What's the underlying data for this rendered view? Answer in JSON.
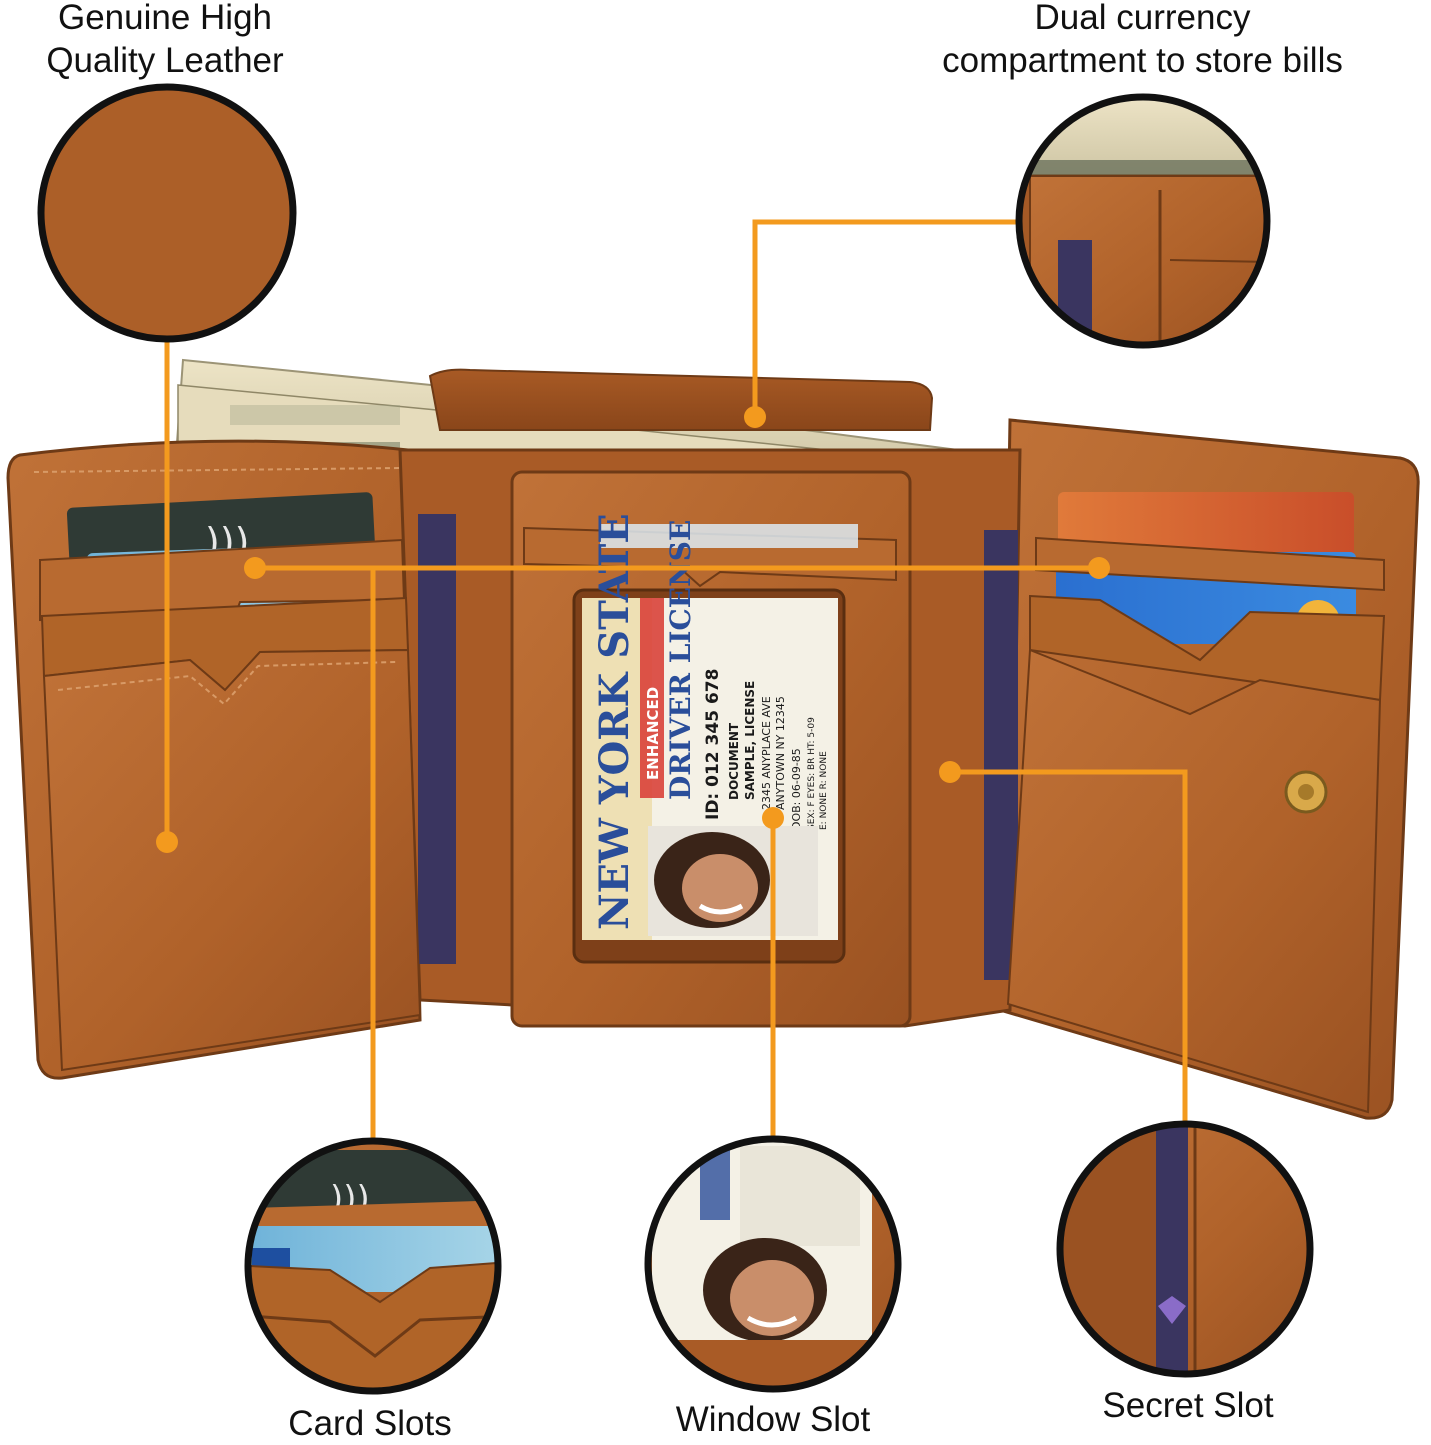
{
  "colors": {
    "accent": "#F39A1E",
    "leather": "#B5652C",
    "leather_dark": "#8E4A1C",
    "ring": "#111111"
  },
  "labels": {
    "genuine_leather": {
      "line1": "Genuine High",
      "line2": "Quality Leather"
    },
    "dual_currency": {
      "line1": "Dual currency",
      "line2": "compartment to store bills"
    },
    "card_slots": "Card Slots",
    "window_slot": "Window Slot",
    "secret_slot": "Secret Slot"
  },
  "id_card": {
    "state": "NEW YORK STATE",
    "enhanced": "ENHANCED",
    "type": "DRIVER LICENSE",
    "id_number": "ID: 012 345 678",
    "doc": "DOCUMENT",
    "name": "SAMPLE, LICENSE",
    "address1": "2345 ANYPLACE AVE",
    "address2": "ANYTOWN NY 12345",
    "dob": "DOB: 06-09-85",
    "sex": "SEX: F  EYES: BR  HT: 5-09",
    "extra": "E: NONE  R: NONE"
  }
}
